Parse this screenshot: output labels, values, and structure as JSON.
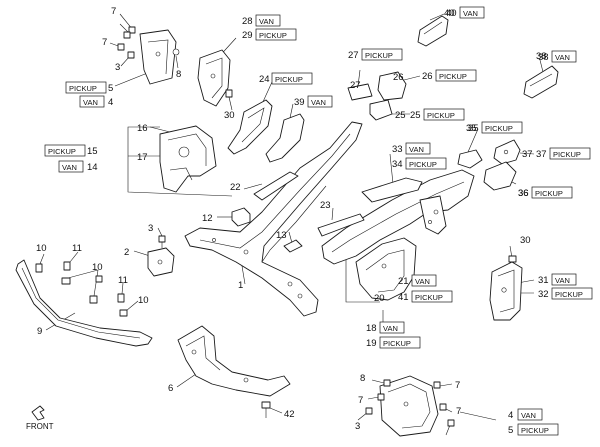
{
  "callouts": {
    "n1": "1",
    "n2": "2",
    "n3": "3",
    "n3b": "3",
    "n4": "4",
    "n4b": "4",
    "n5": "5",
    "n5b": "5",
    "n6": "6",
    "n7a": "7",
    "n7b": "7",
    "n7c": "7",
    "n7d": "7",
    "n7e": "7",
    "n8": "8",
    "n8b": "8",
    "n9": "9",
    "n10a": "10",
    "n10b": "10",
    "n10c": "10",
    "n11a": "11",
    "n11b": "11",
    "n12": "12",
    "n13": "13",
    "n14": "14",
    "n15": "15",
    "n16": "16",
    "n17": "17",
    "n18": "18",
    "n19": "19",
    "n20": "20",
    "n21": "21",
    "n22": "22",
    "n23": "23",
    "n24": "24",
    "n25": "25",
    "n26": "26",
    "n27": "27",
    "n28": "28",
    "n29": "29",
    "n30a": "30",
    "n30b": "30",
    "n31": "31",
    "n32": "32",
    "n33": "33",
    "n34": "34",
    "n35": "35",
    "n36": "36",
    "n37": "37",
    "n38": "38",
    "n39": "39",
    "n40": "40",
    "n41": "41",
    "n42": "42"
  },
  "tags": {
    "van": "VAN",
    "pickup": "PICKUP"
  },
  "front_label": "FRONT"
}
